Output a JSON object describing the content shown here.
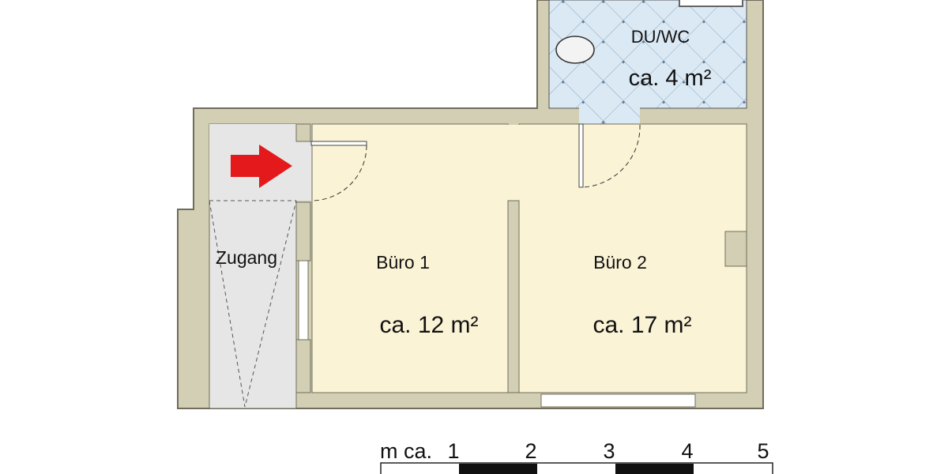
{
  "rooms": [
    {
      "name": "Zugang",
      "area": ""
    },
    {
      "name": "Büro 1",
      "area": "ca. 12 m²"
    },
    {
      "name": "Büro 2",
      "area": "ca. 17 m²"
    },
    {
      "name": "DU/WC",
      "area": "ca. 4 m²"
    }
  ],
  "scale": {
    "prefix": "m ca.",
    "ticks": [
      "1",
      "2",
      "3",
      "4",
      "5"
    ]
  },
  "colors": {
    "wall": "#d3cfb4",
    "office_floor": "#fbf3d6",
    "access_floor": "#e6e6e6",
    "bath_tile": "#d9e8f3",
    "arrow": "#e3191c"
  }
}
